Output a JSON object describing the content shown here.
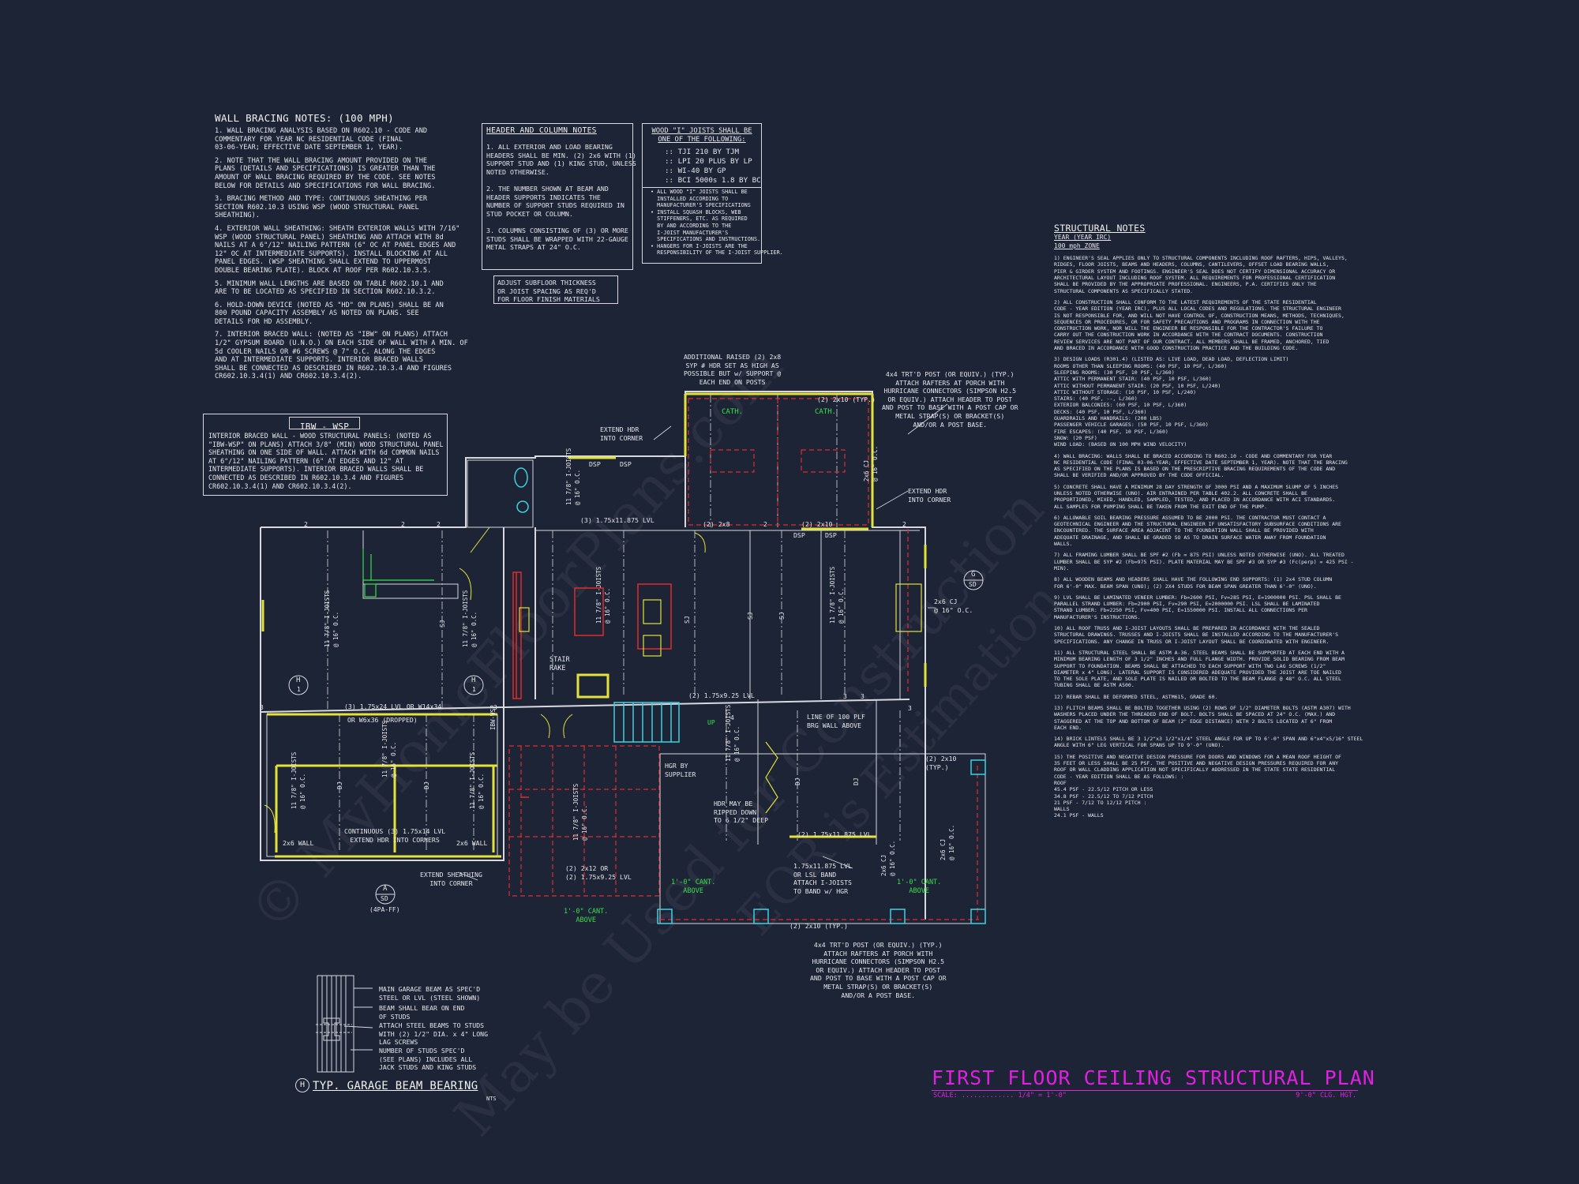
{
  "watermark": {
    "line1": "© MyHomeFloorPlans.com",
    "line2": "May be Used for Construction",
    "line3": "EOR is Estimation"
  },
  "wall_bracing": {
    "title": "WALL BRACING NOTES: (100 MPH)",
    "notes": [
      "1. WALL BRACING ANALYSIS BASED ON R602.10 - CODE AND\nCOMMENTARY FOR YEAR NC RESIDENTIAL CODE (FINAL\n03-06-YEAR; EFFECTIVE DATE SEPTEMBER 1, YEAR).",
      "2. NOTE THAT THE WALL BRACING AMOUNT PROVIDED ON THE\nPLANS (DETAILS AND SPECIFICATIONS) IS GREATER THAN THE\nAMOUNT OF WALL BRACING REQUIRED BY THE CODE. SEE NOTES\nBELOW FOR DETAILS AND SPECIFICATIONS FOR WALL BRACING.",
      "3. BRACING METHOD AND TYPE: CONTINUOUS SHEATHING PER\nSECTION R602.10.3 USING WSP (WOOD STRUCTURAL PANEL\nSHEATHING).",
      "4. EXTERIOR WALL SHEATHING: SHEATH EXTERIOR WALLS WITH 7/16\"\nWSP (WOOD STRUCTURAL PANEL) SHEATHING AND ATTACH WITH 8d\nNAILS AT A 6\"/12\" NAILING PATTERN (6\" OC AT PANEL EDGES AND\n12\" OC AT INTERMEDIATE SUPPORTS). INSTALL BLOCKING AT ALL\nPANEL EDGES. (WSP SHEATHING SHALL EXTEND TO UPPERMOST\nDOUBLE BEARING PLATE). BLOCK AT ROOF PER R602.10.3.5.",
      "5. MINIMUM WALL LENGTHS ARE BASED ON TABLE R602.10.1 AND\nARE TO BE LOCATED AS SPECIFIED IN SECTION R602.10.3.2.",
      "6. HOLD-DOWN DEVICE (NOTED AS \"HD\" ON PLANS) SHALL BE AN\n800 POUND CAPACITY ASSEMBLY AS NOTED ON PLANS. SEE\nDETAILS FOR HD ASSEMBLY.",
      "7. INTERIOR BRACED WALL: (NOTED AS \"IBW\" ON PLANS) ATTACH\n1/2\" GYPSUM BOARD (U.N.O.) ON EACH SIDE OF WALL WITH A MIN. OF\n5d COOLER NAILS OR #6 SCREWS @ 7\" O.C. ALONG THE EDGES\nAND AT INTERMEDIATE SUPPORTS. INTERIOR BRACED WALLS\nSHALL BE CONNECTED AS DESCRIBED IN R602.10.3.4 AND FIGURES\nCR602.10.3.4(1) AND CR602.10.3.4(2)."
    ]
  },
  "ibw_box": {
    "header": "IBW - WSP",
    "text": "INTERIOR BRACED WALL - WOOD STRUCTURAL PANELS: (NOTED AS\n\"IBW-WSP\" ON PLANS) ATTACH 3/8\" (MIN) WOOD STRUCTURAL PANEL\nSHEATHING ON ONE SIDE OF WALL. ATTACH WITH 6d COMMON NAILS\nAT 6\"/12\" NAILING PATTERN (6\" AT EDGES AND 12\" AT\nINTERMEDIATE SUPPORTS). INTERIOR BRACED WALLS SHALL BE\nCONNECTED AS DESCRIBED IN R602.10.3.4 AND FIGURES\nCR602.10.3.4(1) AND CR602.10.3.4(2)."
  },
  "header_notes": {
    "title": "HEADER AND COLUMN NOTES",
    "text": "1. ALL EXTERIOR AND LOAD BEARING\nHEADERS SHALL BE MIN. (2) 2x6 WITH (1)\nSUPPORT STUD AND (1) KING STUD, UNLESS\nNOTED OTHERWISE.\n\n2. THE NUMBER SHOWN AT BEAM AND\nHEADER SUPPORTS INDICATES THE\nNUMBER OF SUPPORT STUDS REQUIRED IN\nSTUD POCKET OR COLUMN.\n\n3. COLUMNS CONSISTING OF (3) OR MORE\nSTUDS SHALL BE WRAPPED WITH 22-GAUGE\nMETAL STRAPS AT 24\" O.C."
  },
  "subfloor_note": "ADJUST SUBFLOOR THICKNESS\nOR JOIST SPACING AS REQ'D\nFOR FLOOR FINISH MATERIALS",
  "joist_box": {
    "title": "WOOD \"I\" JOISTS SHALL BE\nONE OF THE FOLLOWING:",
    "items": ":: TJI 210 BY TJM\n:: LPI 20 PLUS BY LP\n:: WI-40 BY GP\n:: BCI 5000s 1.8 BY BC",
    "notes": "• ALL WOOD \"I\" JOISTS SHALL BE\n  INSTALLED ACCORDING TO\n  MANUFACTURER'S SPECIFICATIONS\n• INSTALL SQUASH BLOCKS, WEB\n  STIFFENERS, ETC. AS REQUIRED\n  BY AND ACCORDING TO THE\n  I-JOIST MANUFACTURER'S\n  SPECIFICATIONS AND INSTRUCTIONS.\n• HANGERS FOR I-JOISTS ARE THE\n  RESPONSIBILITY OF THE I-JOIST SUPPLIER."
  },
  "structural_notes": {
    "title": "STRUCTURAL NOTES",
    "sub1": "YEAR (YEAR IRC)",
    "sub2": "100 mph ZONE",
    "paragraphs": [
      "1) ENGINEER'S SEAL APPLIES ONLY TO STRUCTURAL COMPONENTS INCLUDING ROOF RAFTERS, HIPS, VALLEYS,\nRIDGES, FLOOR JOISTS, BEAMS AND HEADERS, COLUMNS, CANTILEVERS, OFFSET LOAD BEARING WALLS,\nPIER & GIRDER SYSTEM AND FOOTINGS. ENGINEER'S SEAL DOES NOT CERTIFY DIMENSIONAL ACCURACY OR\nARCHITECTURAL LAYOUT INCLUDING ROOF SYSTEM. ALL REQUIREMENTS FOR PROFESSIONAL CERTIFICATION\nSHALL BE PROVIDED BY THE APPROPRIATE PROFESSIONAL. ENGINEERS, P.A. CERTIFIES ONLY THE\nSTRUCTURAL COMPONENTS AS SPECIFICALLY STATED.",
      "2) ALL CONSTRUCTION SHALL CONFORM TO THE LATEST REQUIREMENTS OF THE STATE RESIDENTIAL\nCODE - YEAR EDITION (YEAR IRC), PLUS ALL LOCAL CODES AND REGULATIONS. THE STRUCTURAL ENGINEER\nIS NOT RESPONSIBLE FOR, AND WILL NOT HAVE CONTROL OF, CONSTRUCTION MEANS, METHODS, TECHNIQUES,\nSEQUENCES OR PROCEDURES, OR FOR SAFETY PRECAUTIONS AND PROGRAMS IN CONNECTION WITH THE\nCONSTRUCTION WORK, NOR WILL THE ENGINEER BE RESPONSIBLE FOR THE CONTRACTOR'S FAILURE TO\nCARRY OUT THE CONSTRUCTION WORK IN ACCORDANCE WITH THE CONTRACT DOCUMENTS. CONSTRUCTION\nREVIEW SERVICES ARE NOT PART OF OUR CONTRACT. ALL MEMBERS SHALL BE FRAMED, ANCHORED, TIED\nAND BRACED IN ACCORDANCE WITH GOOD CONSTRUCTION PRACTICE AND THE BUILDING CODE.",
      "3) DESIGN LOADS (R301.4) (LISTED AS: LIVE LOAD, DEAD LOAD, DEFLECTION LIMIT)\nROOMS OTHER THAN SLEEPING ROOMS: (40 PSF, 10 PSF, L/360)\nSLEEPING ROOMS: (30 PSF, 10 PSF, L/360)\nATTIC WITH PERMANENT STAIR: (40 PSF, 10 PSF, L/360)\nATTIC WITHOUT PERMANENT STAIR: (20 PSF, 10 PSF, L/240)\nATTIC WITHOUT STORAGE: (10 PSF, 10 PSF, L/240)\nSTAIRS: (40 PSF, --, L/360)\nEXTERIOR BALCONIES: (60 PSF, 10 PSF, L/360)\nDECKS: (40 PSF, 10 PSF, L/360)\nGUARDRAILS AND HANDRAILS: (200 LBS)\nPASSENGER VEHICLE GARAGES: (50 PSF, 10 PSF, L/360)\nFIRE ESCAPES: (40 PSF, 10 PSF, L/360)\nSNOW: (20 PSF)\nWIND LOAD: (BASED ON 100 MPH WIND VELOCITY)",
      "4) WALL BRACING: WALLS SHALL BE BRACED ACCORDING TO R602.10 - CODE AND COMMENTARY FOR YEAR\nNC RESIDENTIAL CODE (FINAL 03-06-YEAR; EFFECTIVE DATE SEPTEMBER 1, YEAR). NOTE THAT THE BRACING\nAS SPECIFIED ON THE PLANS IS BASED ON THE PRESCRIPTIVE BRACING REQUIREMENTS OF THE CODE AND\nSHALL BE VERIFIED AND/OR APPROVED BY THE CODE OFFICIAL.",
      "5) CONCRETE SHALL HAVE A MINIMUM 28 DAY STRENGTH OF 3000 PSI AND A MAXIMUM SLUMP OF 5 INCHES\nUNLESS NOTED OTHERWISE (UNO). AIR ENTRAINED PER TABLE 402.2. ALL CONCRETE SHALL BE\nPROPORTIONED, MIXED, HANDLED, SAMPLED, TESTED, AND PLACED IN ACCORDANCE WITH ACI STANDARDS.\nALL SAMPLES FOR PUMPING SHALL BE TAKEN FROM THE EXIT END OF THE PUMP.",
      "6) ALLOWABLE SOIL BEARING PRESSURE ASSUMED TO BE 2000 PSI. THE CONTRACTOR MUST CONTACT A\nGEOTECHNICAL ENGINEER AND THE STRUCTURAL ENGINEER IF UNSATISFACTORY SUBSURFACE CONDITIONS ARE\nENCOUNTERED. THE SURFACE AREA ADJACENT TO THE FOUNDATION WALL SHALL BE PROVIDED WITH\nADEQUATE DRAINAGE, AND SHALL BE GRADED SO AS TO DRAIN SURFACE WATER AWAY FROM FOUNDATION\nWALLS.",
      "7) ALL FRAMING LUMBER SHALL BE SPF #2 (Fb = 875 PSI) UNLESS NOTED OTHERWISE (UNO). ALL TREATED\nLUMBER SHALL BE SYP #2 (Fb=975 PSI). PLATE MATERIAL MAY BE SPF #3 OR SYP #3 (Fc(perp) = 425 PSI -\nMIN).",
      "8) ALL WOODEN BEAMS AND HEADERS SHALL HAVE THE FOLLOWING END SUPPORTS: (1) 2x4 STUD COLUMN\nFOR 6'-0\" MAX. BEAM SPAN (UNO); (2) 2X4 STUDS FOR BEAM SPAN GREATER THAN 6'-0\" (UNO).",
      "9) LVL SHALL BE LAMINATED VENEER LUMBER: Fb=2600 PSI, Fv=285 PSI, E=1900000 PSI. PSL SHALL BE\nPARALLEL STRAND LUMBER: Fb=2900 PSI, Fv=290 PSI, E=2000000 PSI. LSL SHALL BE LAMINATED\nSTRAND LUMBER: Fb=2250 PSI, Fv=400 PSI, E=1550000 PSI. INSTALL ALL CONNECTIONS PER\nMANUFACTURER'S INSTRUCTIONS.",
      "10) ALL ROOF TRUSS AND I-JOIST LAYOUTS SHALL BE PREPARED IN ACCORDANCE WITH THE SEALED\nSTRUCTURAL DRAWINGS. TRUSSES AND I-JOISTS SHALL BE INSTALLED ACCORDING TO THE MANUFACTURER'S\nSPECIFICATIONS. ANY CHANGE IN TRUSS OR I-JOIST LAYOUT SHALL BE COORDINATED WITH ENGINEER.",
      "11) ALL STRUCTURAL STEEL SHALL BE ASTM A-36. STEEL BEAMS SHALL BE SUPPORTED AT EACH END WITH A\nMINIMUM BEARING LENGTH OF 3 1/2\" INCHES AND FULL FLANGE WIDTH. PROVIDE SOLID BEARING FROM BEAM\nSUPPORT TO FOUNDATION. BEAMS SHALL BE ATTACHED TO EACH SUPPORT WITH TWO LAG SCREWS (1/2\"\nDIAMETER x 4\" LONG). LATERAL SUPPORT IS CONSIDERED ADEQUATE PROVIDED THE JOIST ARE TOE NAILED\nTO THE SOLE PLATE, AND SOLE PLATE IS NAILED OR BOLTED TO THE BEAM FLANGE @ 48\" O.C. ALL STEEL\nTUBING SHALL BE ASTM A500.",
      "12) REBAR SHALL BE DEFORMED STEEL, ASTM615, GRADE 60.",
      "13) FLITCH BEAMS SHALL BE BOLTED TOGETHER USING (2) ROWS OF 1/2\" DIAMETER BOLTS (ASTM A307) WITH\nWASHERS PLACED UNDER THE THREADED END OF BOLT. BOLTS SHALL BE SPACED AT 24\" O.C. (MAX.) AND\nSTAGGERED AT THE TOP AND BOTTOM OF BEAM (2\" EDGE DISTANCE) WITH 2 BOLTS LOCATED AT 6\" FROM\nEACH END.",
      "14) BRICK LINTELS SHALL BE 3 1/2\"x3 1/2\"x1/4\" STEEL ANGLE FOR UP TO 6'-0\" SPAN AND 6\"x4\"x5/16\" STEEL\nANGLE WITH 6\" LEG VERTICAL FOR SPANS UP TO 9'-0\" (UNO).",
      "15) THE POSITIVE AND NEGATIVE DESIGN PRESSURE FOR DOORS AND WINDOWS FOR A MEAN ROOF HEIGHT OF\n35 FEET OR LESS SHALL BE 25 PSF. THE POSITIVE AND NEGATIVE DESIGN PRESSURES REQUIRED FOR ANY\nROOF OR WALL CLADDING APPLICATION NOT SPECIFICALLY ADDRESSED IN THE STATE STATE RESIDENTIAL\nCODE - YEAR EDITION SHALL BE AS FOLLOWS: :\nROOF\n45.4 PSF - 22.5/12 PITCH OR LESS\n34.8 PSF - 22.5/12 TO 7/12 PITCH\n21 PSF - 7/12 TO 12/12 PITCH :\nWALLS\n24.1 PSF - WALLS"
    ]
  },
  "plan_title": {
    "title": "FIRST FLOOR CEILING STRUCTURAL PLAN",
    "scale": "SCALE: ............. 1/4\" = 1'-0\"",
    "height": "9'-0\" CLG. HGT."
  },
  "garage_detail": {
    "title": "TYP. GARAGE BEAM BEARING",
    "nts": "NTS",
    "marker": "H",
    "notes": [
      "MAIN GARAGE BEAM AS SPEC'D\nSTEEL OR LVL (STEEL SHOWN)",
      "BEAM SHALL BEAR ON END\nOF STUDS",
      "ATTACH STEEL BEAMS TO STUDS\nWITH (2) 1/2\" DIA. x 4\" LONG\nLAG SCREWS",
      "NUMBER OF STUDS SPEC'D\n(SEE PLANS) INCLUDES ALL\nJACK STUDS AND KING STUDS"
    ]
  },
  "plan_labels": {
    "additional_raised": "ADDITIONAL RAISED (2) 2x8\nSYP # HDR SET AS HIGH AS\nPOSSIBLE BUT w/ SUPPORT @\nEACH END ON POSTS",
    "post_top": "4x4 TRT'D POST (OR EQUIV.) (TYP.)\nATTACH RAFTERS AT PORCH WITH\nHURRICANE CONNECTORS (SIMPSON H2.5\nOR EQUIV.) ATTACH HEADER TO POST\nAND POST TO BASE WITH A POST CAP OR\nMETAL STRAP(S) OR BRACKET(S)\nAND/OR A POST BASE.",
    "post_bottom": "4x4 TRT'D POST (OR EQUIV.) (TYP.)\nATTACH RAFTERS AT PORCH WITH\nHURRICANE CONNECTORS (SIMPSON H2.5\nOR EQUIV.) ATTACH HEADER TO POST\nAND POST TO BASE WITH A POST CAP OR\nMETAL STRAP(S) OR BRACKET(S)\nAND/OR A POST BASE.",
    "extend_hdr_1": "EXTEND HDR\nINTO CORNER",
    "extend_hdr_2": "EXTEND HDR\nINTO CORNER",
    "extend_sheathing": "EXTEND SHEATHING\nINTO CORNER",
    "stair_rake": "STAIR\nRAKE",
    "cath1": "CATH.",
    "cath2": "CATH.",
    "two_2x10_typ": "(2) 2x10 (TYP.)",
    "two_2x10_typ_b": "(2) 2x10\n(TYP.)",
    "two_2x10_typ_c": "(2) 2x10 (TYP.)",
    "lvl_top": "(3) 1.75x11.875 LVL",
    "lvl_mid": "(2) 1.75x9.25 LVL",
    "lvl_bot": "(2) 1.75x11.875 LVL",
    "lvl_garage": "(3) 1.75x24 LVL OR W14x34",
    "w_drop": "OR W6x36 (DROPPED)",
    "continuous": "CONTINUOUS (3) 1.75x14 LVL\nEXTEND HDR INTO CORNERS",
    "two_2x12": "(2) 2x12 OR\n(2) 1.75x9.25 LVL",
    "hgr": "HGR BY\nSUPPLIER",
    "hdr_ripped": "HDR MAY BE\nRIPPED DOWN\nTO 6 1/2\" DEEP",
    "lsl_band": "1.75x11.875 LVL\nOR LSL BAND\nATTACH I-JOISTS\nTO BAND w/ HGR",
    "cant_1": "1'-0\" CANT.\nABOVE",
    "cant_2": "1'-0\" CANT.\nABOVE",
    "cant_3": "1'-0\" CANT.\nABOVE",
    "line_of_wall": "LINE OF 100 PLF\nBRG WALL ABOVE",
    "cj_right": "2x6 CJ\n@ 16\" O.C.",
    "two_x6_wall_l": "2x6 WALL",
    "two_x6_wall_r": "2x6 WALL",
    "dsp": "DSP",
    "two_2x8": "(2) 2x8",
    "two_2x10": "(2) 2x10",
    "marker_a": "A",
    "marker_a_sub": "SD",
    "marker_a_note": "(4PA-FF)",
    "marker_g": "G",
    "marker_g_sub": "SD",
    "marker_h": "H",
    "marker_h_sub": "1",
    "joist_label": "11 7/8\" I-JOISTS\n@ 16\" O.C.",
    "cj_label": "2x6 CJ\n@ 16\" O.C.",
    "dj": "DJ",
    "sj": "SJ",
    "ibw": "IBW-WSP",
    "num_2": "2",
    "num_3": "3",
    "num_4": "4"
  },
  "colors": {
    "background": "#1d2436",
    "wall": "#d8d8de",
    "beam": "#e2e23a",
    "red": "#e02c2c",
    "cyan": "#3fd1e0",
    "green": "#37e04a",
    "magenta": "#e020e0"
  }
}
